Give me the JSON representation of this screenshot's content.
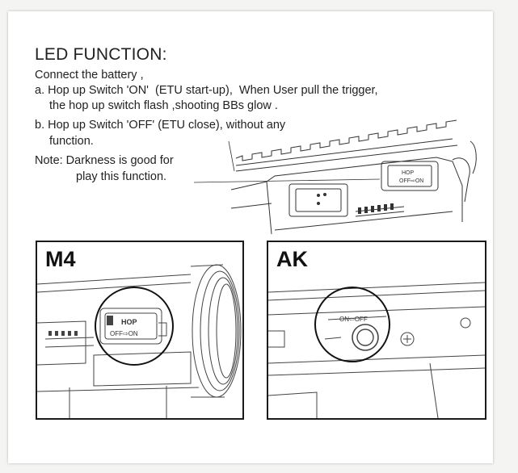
{
  "heading": "LED FUNCTION:",
  "lines": {
    "connect": "Connect the battery ,",
    "a1": "a. Hop up Switch 'ON'  (ETU start-up),  When User pull the trigger,",
    "a2": "the hop up switch flash ,shooting BBs glow .",
    "b1": "b. Hop up Switch 'OFF' (ETU close), without any",
    "b2": "function.",
    "note1": "Note: Darkness is good for",
    "note2": "play this function."
  },
  "panels": {
    "m4": {
      "label": "M4",
      "switch_brand": "HOP",
      "switch_text": "OFF⇨ON"
    },
    "ak": {
      "label": "AK",
      "switch_text": "ON⇦OFF"
    }
  },
  "top_switch": {
    "brand": "HOP",
    "text": "OFF⇨ON"
  }
}
